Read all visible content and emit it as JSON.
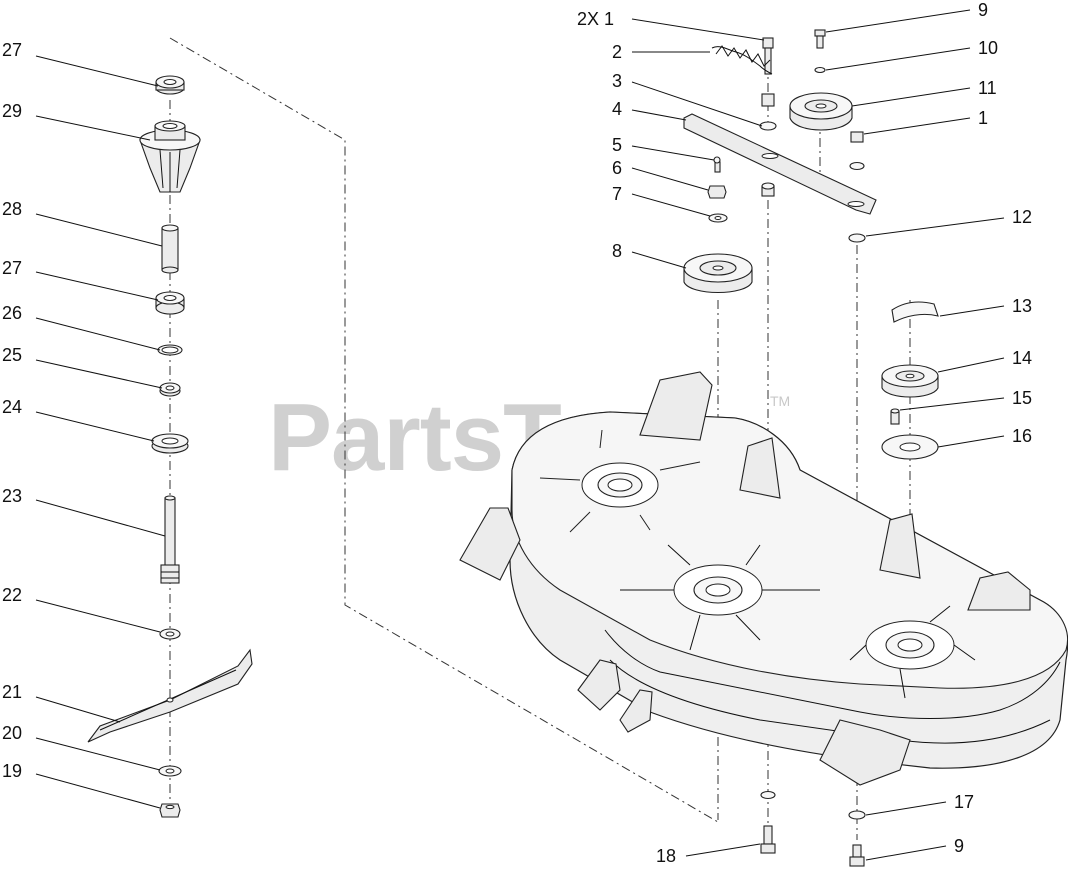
{
  "watermark": {
    "text": "PartsTree",
    "trademark": "TM"
  },
  "callouts": [
    {
      "id": "27a",
      "label": "27"
    },
    {
      "id": "29",
      "label": "29"
    },
    {
      "id": "28",
      "label": "28"
    },
    {
      "id": "27b",
      "label": "27"
    },
    {
      "id": "26",
      "label": "26"
    },
    {
      "id": "25",
      "label": "25"
    },
    {
      "id": "24",
      "label": "24"
    },
    {
      "id": "23",
      "label": "23"
    },
    {
      "id": "22",
      "label": "22"
    },
    {
      "id": "21",
      "label": "21"
    },
    {
      "id": "20",
      "label": "20"
    },
    {
      "id": "19",
      "label": "19"
    },
    {
      "id": "1a",
      "label": "2X 1"
    },
    {
      "id": "2",
      "label": "2"
    },
    {
      "id": "3",
      "label": "3"
    },
    {
      "id": "4",
      "label": "4"
    },
    {
      "id": "5",
      "label": "5"
    },
    {
      "id": "6",
      "label": "6"
    },
    {
      "id": "7",
      "label": "7"
    },
    {
      "id": "8",
      "label": "8"
    },
    {
      "id": "9a",
      "label": "9"
    },
    {
      "id": "10",
      "label": "10"
    },
    {
      "id": "11",
      "label": "11"
    },
    {
      "id": "1b",
      "label": "1"
    },
    {
      "id": "12",
      "label": "12"
    },
    {
      "id": "13",
      "label": "13"
    },
    {
      "id": "14",
      "label": "14"
    },
    {
      "id": "15",
      "label": "15"
    },
    {
      "id": "16",
      "label": "16"
    },
    {
      "id": "17",
      "label": "17"
    },
    {
      "id": "18",
      "label": "18"
    },
    {
      "id": "9b",
      "label": "9"
    }
  ]
}
